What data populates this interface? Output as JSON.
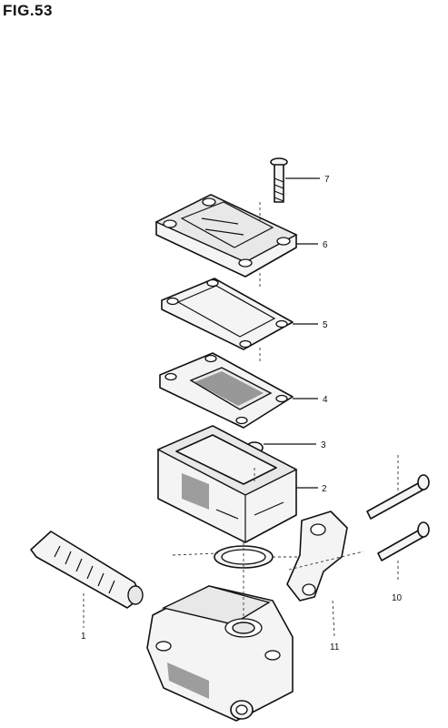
{
  "figure": {
    "title": "FIG.53"
  },
  "callouts": {
    "c1": "1",
    "c2": "2",
    "c3": "3",
    "c4": "4",
    "c5": "5",
    "c6": "6",
    "c7": "7",
    "c10": "10",
    "c11": "11"
  }
}
